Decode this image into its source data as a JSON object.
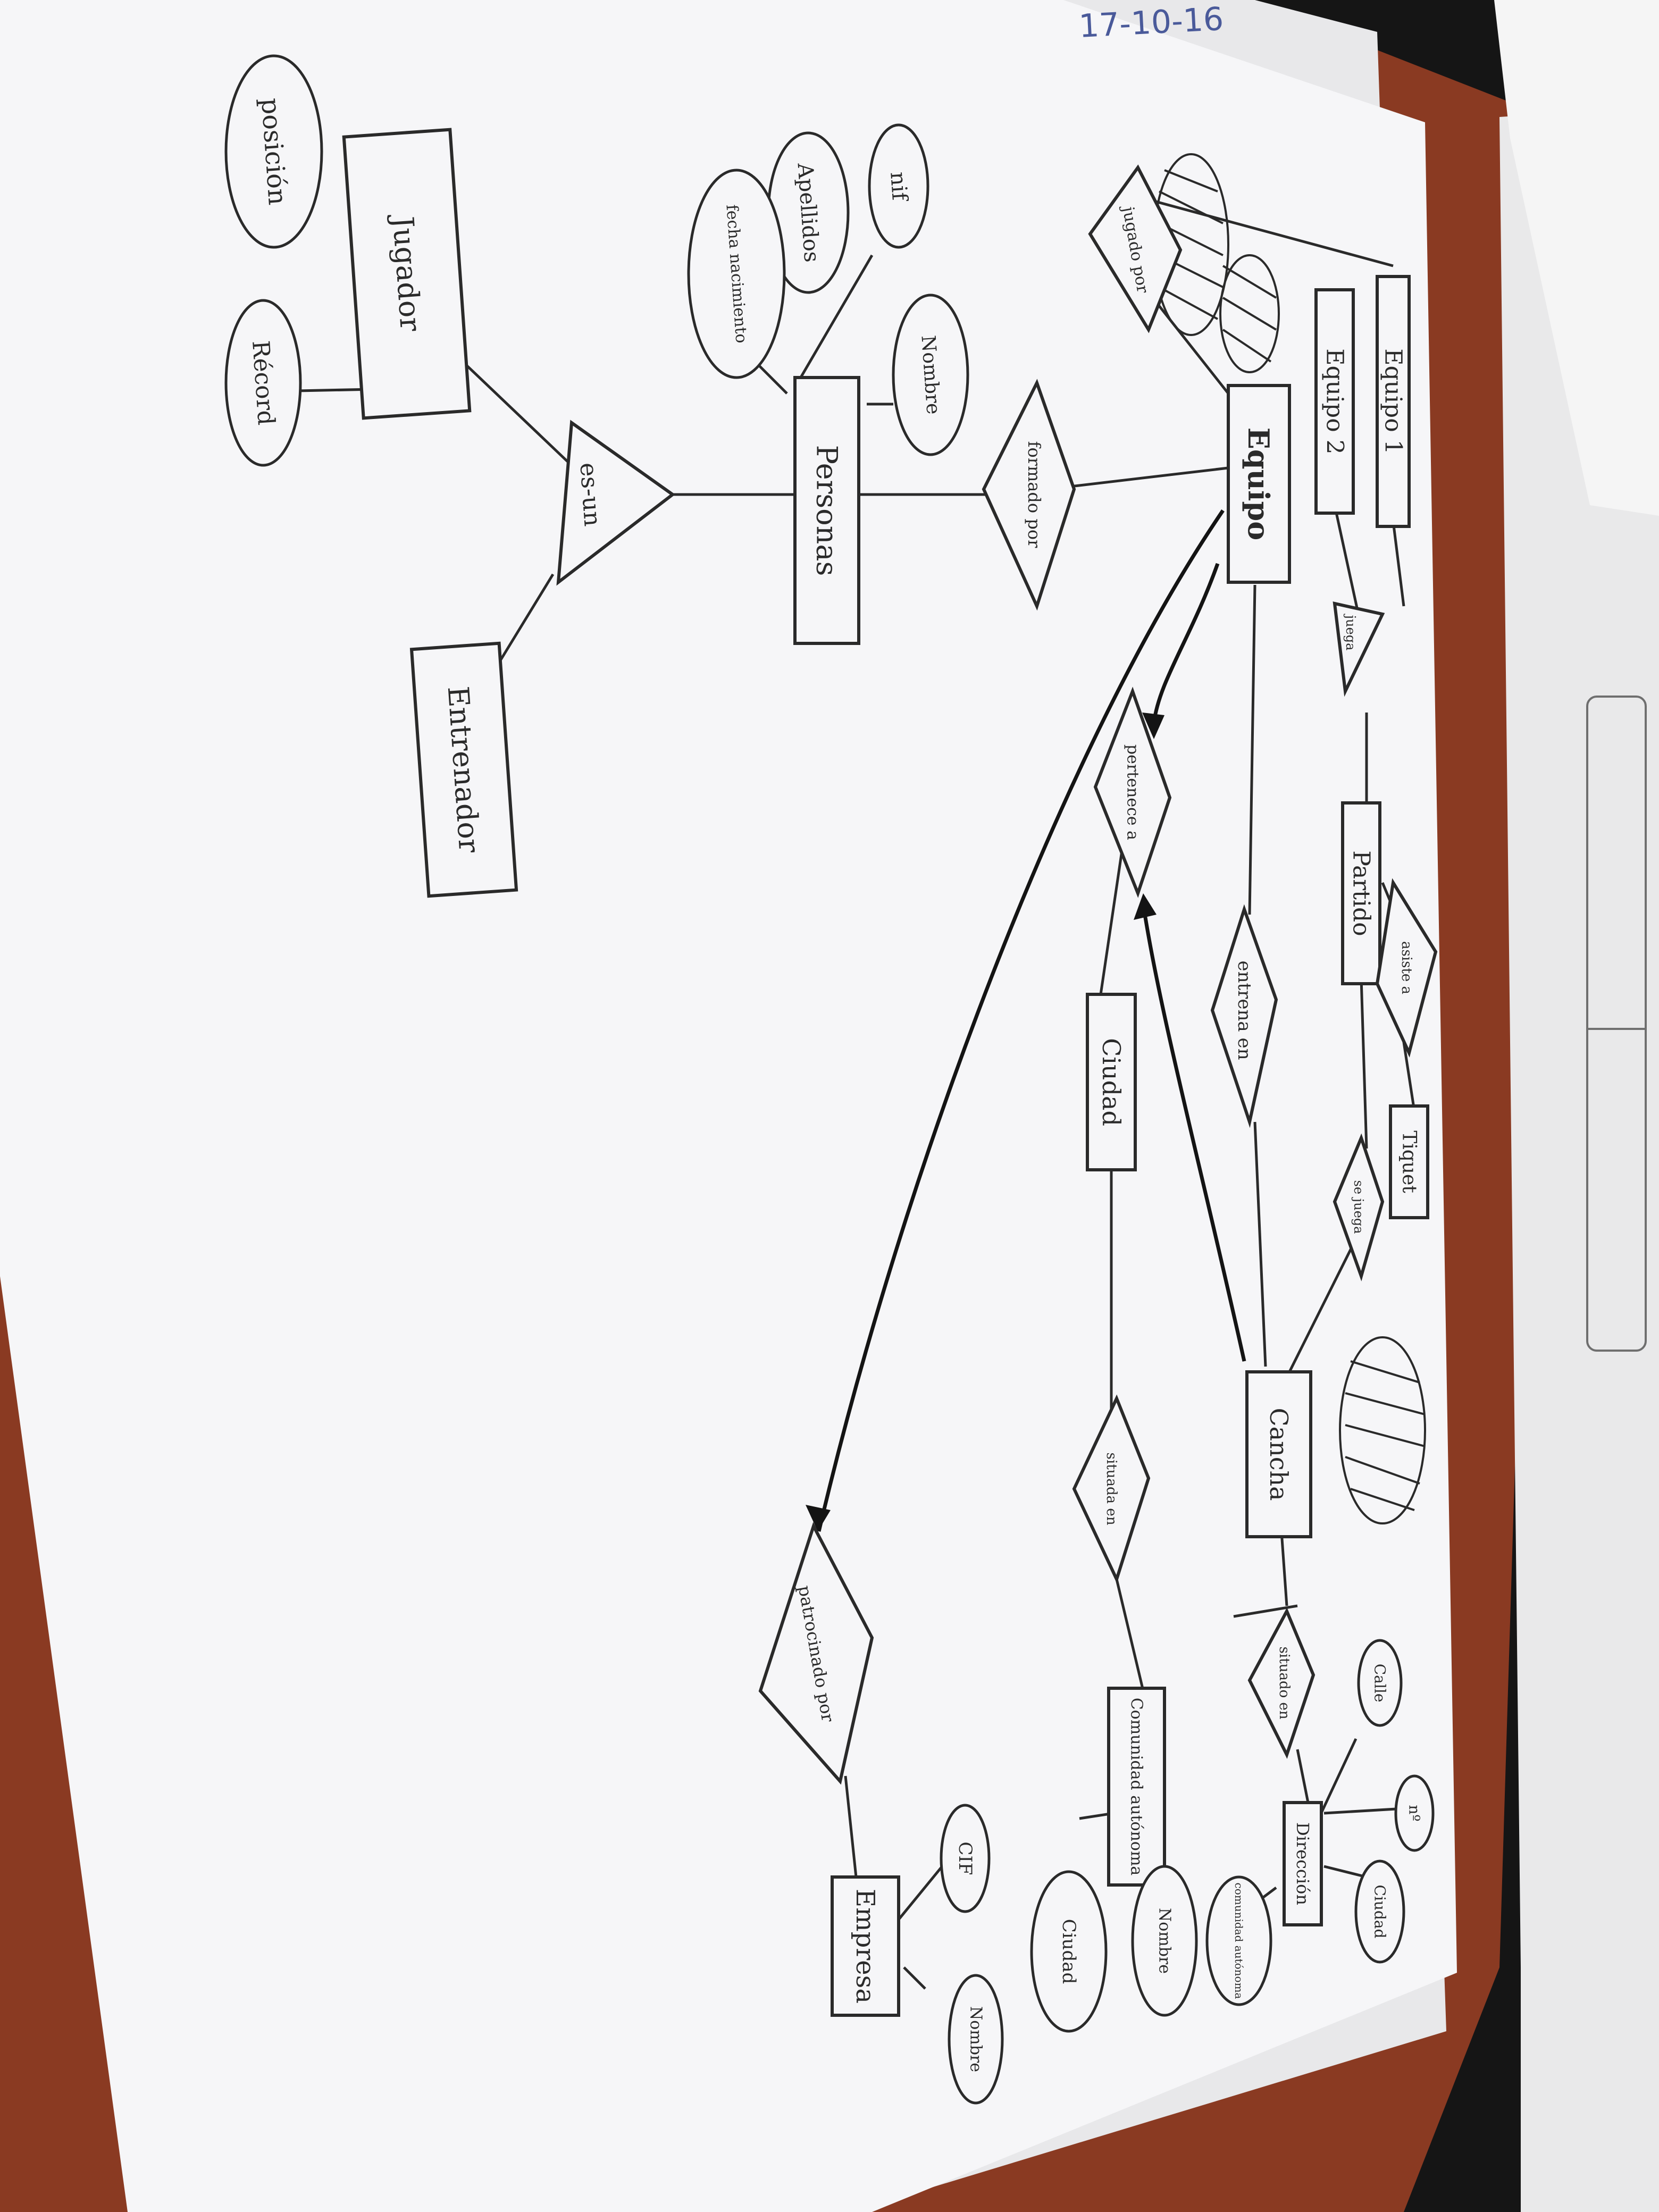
{
  "date_note": "17-10-16",
  "entities": {
    "jugador": "Jugador",
    "entrenador": "Entrenador",
    "personas": "Personas",
    "equipo": "Equipo",
    "equipo1": "Equipo 1",
    "equipo2": "Equipo 2",
    "partido": "Partido",
    "tiquet": "Tiquet",
    "ciudad": "Ciudad",
    "cancha": "Cancha",
    "comunidad_autonoma": "Comunidad autónoma",
    "empresa": "Empresa",
    "direccion": "Dirección"
  },
  "attributes": {
    "posicion": "posición",
    "record": "Récord",
    "apellidos": "Apellidos",
    "fecha_nacimiento": "fecha nacimiento",
    "nif": "nif",
    "nombre": "Nombre",
    "calle": "Calle",
    "numero": "nº",
    "ciudad_attr": "Ciudad",
    "comunidad_autonoma_attr": "comunidad autónoma",
    "nombre_ca": "Nombre",
    "ciudad_ca": "Ciudad",
    "cif": "CIF",
    "nombre_empresa": "Nombre"
  },
  "relationships": {
    "es_un": "es-un",
    "formado_por": "formado por",
    "jugado_por": "jugado por",
    "juega": "juega",
    "pertenece_a": "pertenece a",
    "entrena_en": "entrena en",
    "asiste_a": "asiste a",
    "se_juega": "se juega",
    "situado_en": "situado en",
    "situada_en": "situada en",
    "patrocinado_por": "patrocinado por"
  }
}
